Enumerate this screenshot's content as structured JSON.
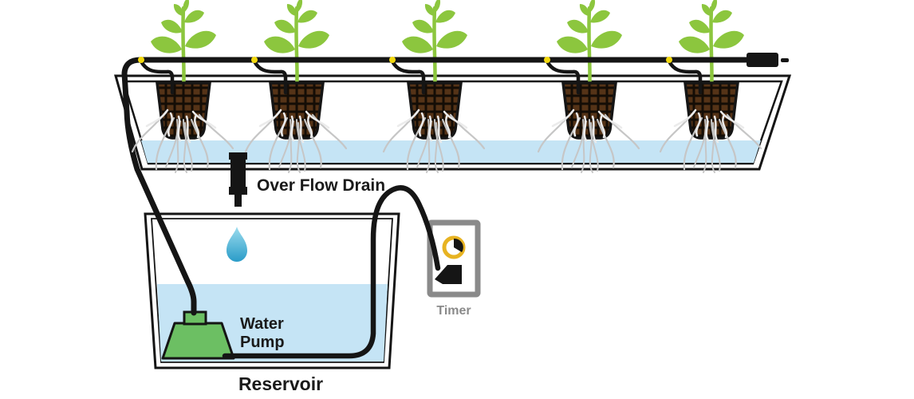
{
  "diagram": {
    "labels": {
      "overflow_drain": "Over Flow Drain",
      "water_pump_line1": "Water",
      "water_pump_line2": "Pump",
      "reservoir": "Reservoir",
      "timer": "Timer"
    },
    "colors": {
      "line_black": "#151515",
      "label_black": "#1a1a1a",
      "leaf_green": "#8cc63e",
      "pump_green": "#6cbf63",
      "water_blue": "#c5e4f5",
      "drop_blue_top": "#9bdcee",
      "drop_blue_bottom": "#2a9cc8",
      "pot_brown": "#553317",
      "pot_grid": "#140d06",
      "root_gray": "#c6c6c6",
      "root_white": "#ebebeb",
      "emitter_yellow": "#f2d80e",
      "timer_gray": "#8a8a8a",
      "clock_gold": "#e7b322"
    },
    "layout": {
      "pot_centers": [
        230,
        372,
        545,
        739,
        892
      ]
    }
  }
}
